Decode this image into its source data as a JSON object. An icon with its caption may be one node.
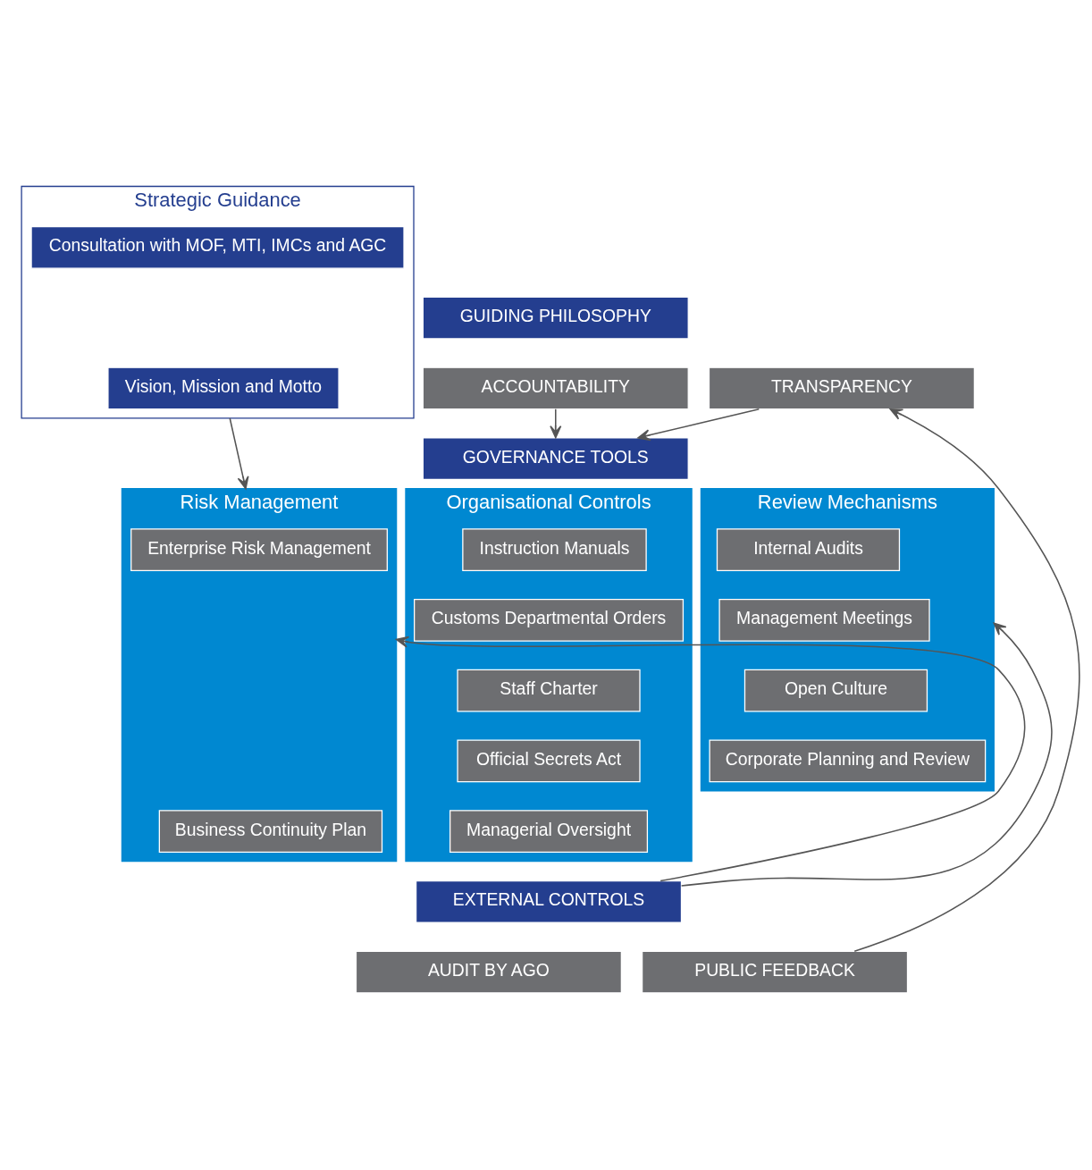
{
  "diagram": {
    "nodes": [
      {
        "text": [
          "Strategic Guidance"
        ]
      },
      {
        "text": [
          "Consultation with MOF, MTI, IMCs and AGC"
        ],
        "in": 0
      },
      {
        "text": [
          "Vision, Mission and Motto"
        ],
        "in": 0
      },
      {
        "text": [
          "GUIDING PHILOSOPHY"
        ]
      },
      {
        "text": [
          "ACCOUNTABILITY"
        ]
      },
      {
        "text": [
          "TRANSPARENCY"
        ]
      },
      {
        "text": [
          "GOVERNANCE TOOLS"
        ]
      },
      {
        "text": [
          "Risk Management"
        ]
      },
      {
        "text": [
          "Enterprise Risk Management"
        ],
        "in": 7
      },
      {
        "text": [
          "Business Continuity Plan"
        ],
        "in": 7
      },
      {
        "text": [
          "Organisational Controls"
        ]
      },
      {
        "text": [
          "Instruction Manuals"
        ],
        "in": 10
      },
      {
        "text": [
          "Customs Departmental Orders"
        ],
        "in": 10
      },
      {
        "text": [
          "Staff Charter"
        ],
        "in": 10
      },
      {
        "text": [
          "Official Secrets Act"
        ],
        "in": 10
      },
      {
        "text": [
          "Managerial Oversight"
        ],
        "in": 10
      },
      {
        "text": [
          "Review Mechanisms"
        ]
      },
      {
        "text": [
          "Internal Audits"
        ],
        "in": 16
      },
      {
        "text": [
          "Management Meetings"
        ],
        "in": 16
      },
      {
        "text": [
          "Open Culture"
        ],
        "in": 16
      },
      {
        "text": [
          "Corporate Planning and Review"
        ],
        "in": 16
      },
      {
        "text": [
          "EXTERNAL CONTROLS"
        ]
      },
      {
        "text": [
          "AUDIT BY AGO"
        ]
      },
      {
        "text": [
          "PUBLIC FEEDBACK"
        ]
      }
    ],
    "edges": [
      {
        "from": 4,
        "to": 6,
        "arrow": "to"
      },
      {
        "from": 5,
        "to": 6,
        "arrow": "to"
      },
      {
        "from": 0,
        "to": 7,
        "arrow": "to"
      },
      {
        "from": 21,
        "to": 7,
        "arrow": "to"
      },
      {
        "from": 21,
        "to": 16,
        "arrow": "to"
      },
      {
        "from": 23,
        "to": 5,
        "arrow": "to"
      }
    ]
  }
}
